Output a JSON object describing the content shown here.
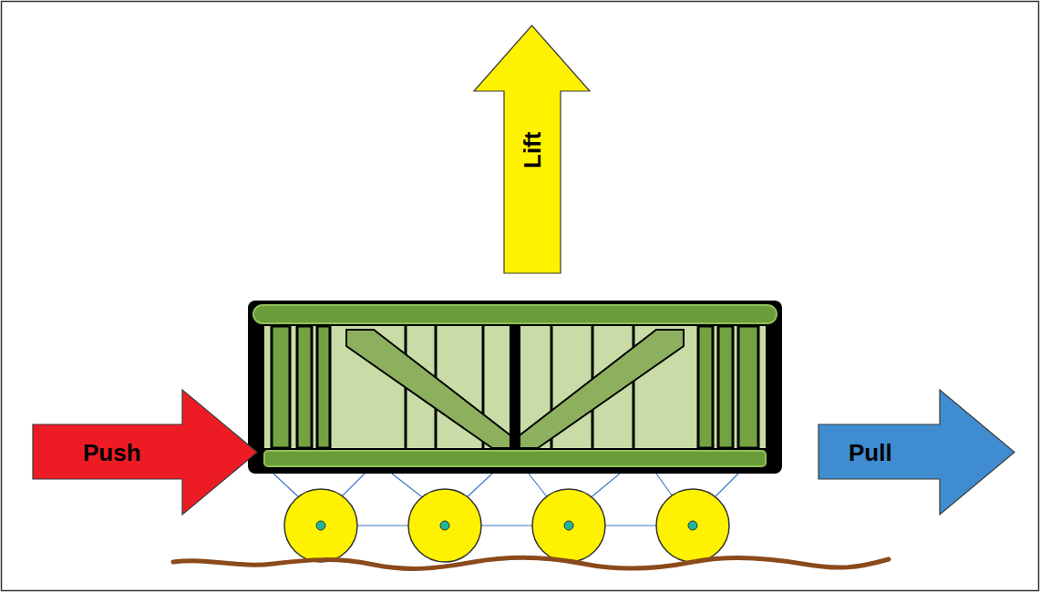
{
  "diagram": {
    "nodes": [
      {
        "text": [
          "Lift"
        ]
      },
      {
        "text": [
          "Push"
        ]
      },
      {
        "text": [
          "Pull"
        ]
      }
    ]
  }
}
